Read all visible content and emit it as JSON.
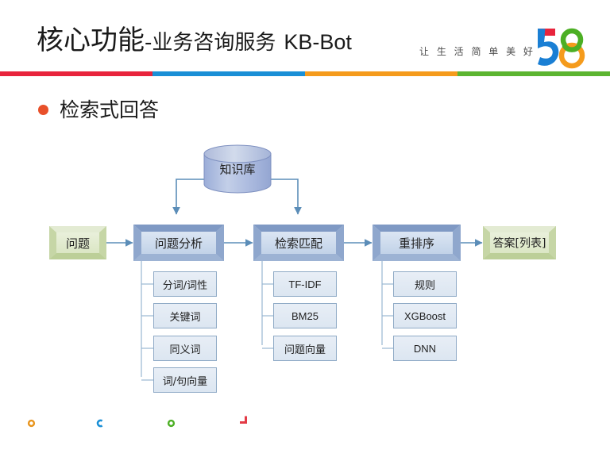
{
  "header": {
    "title_main": "核心功能",
    "title_sub": "-业务咨询服务",
    "title_en": "KB-Bot",
    "slogan": "让 生 活 简 单 美 好",
    "logo_text": "58",
    "rule_colors": [
      "#e8243c",
      "#1a8fd6",
      "#f59b1c",
      "#5cb531"
    ]
  },
  "section": {
    "bullet_label": "检索式回答",
    "bullet_color": "#e8502a"
  },
  "diagram": {
    "knowledge_base": {
      "label": "知识库"
    },
    "flow": [
      {
        "label": "问题",
        "style": "green"
      },
      {
        "label": "问题分析",
        "style": "blue"
      },
      {
        "label": "检索匹配",
        "style": "blue"
      },
      {
        "label": "重排序",
        "style": "blue"
      },
      {
        "label": "答案[列表]",
        "style": "green"
      }
    ],
    "branches": [
      {
        "parent": "问题分析",
        "items": [
          "分词/词性",
          "关键词",
          "同义词",
          "词/句向量"
        ]
      },
      {
        "parent": "检索匹配",
        "items": [
          "TF-IDF",
          "BM25",
          "问题向量"
        ]
      },
      {
        "parent": "重排序",
        "items": [
          "规则",
          "XGBoost",
          "DNN"
        ]
      }
    ],
    "connector_color": "#5b8db8"
  },
  "footer_marks": [
    {
      "name": "orange-ring",
      "color": "#e8941c"
    },
    {
      "name": "blue-c",
      "color": "#1a8fd6"
    },
    {
      "name": "green-ring",
      "color": "#4caf24"
    },
    {
      "name": "red-corner",
      "color": "#e33a46"
    }
  ]
}
